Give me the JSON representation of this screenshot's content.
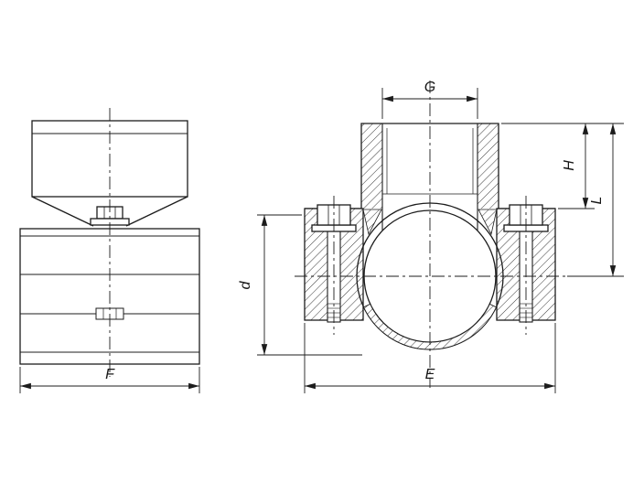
{
  "meta": {
    "background_color": "#ffffff",
    "line_color": "#1c1c1c",
    "drawing_type": "technical-drawing-pipe-saddle-clamp"
  },
  "dimensions": {
    "thread_width": "G",
    "outlet_height": "H",
    "total_height": "L",
    "pipe_diameter": "d",
    "body_width": "E",
    "side_view_width": "F"
  }
}
